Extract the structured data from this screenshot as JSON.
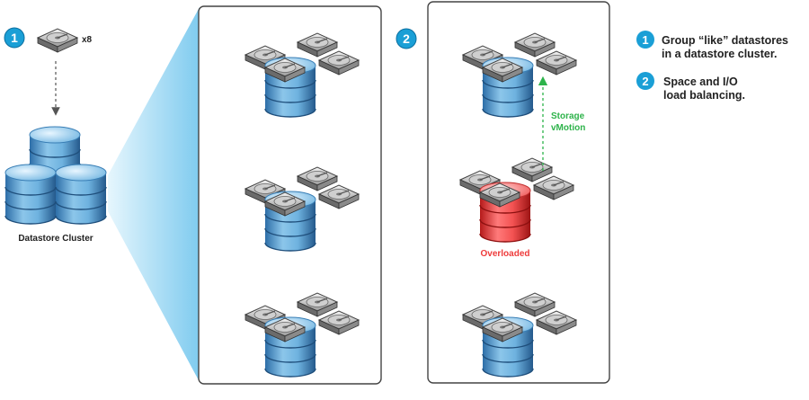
{
  "steps": {
    "one": "1",
    "two": "2"
  },
  "disk_multiplier": "x8",
  "cluster_label": "Datastore Cluster",
  "migration_label": {
    "line1": "Storage",
    "line2": "vMotion"
  },
  "overloaded_label": "Overloaded",
  "legend": [
    {
      "number": "1",
      "line1": "Group “like” datastores",
      "line2": "in a datastore cluster."
    },
    {
      "number": "2",
      "line1": "Space and I/O",
      "line2": "load balancing."
    }
  ],
  "colors": {
    "badge": "#1a9fd6",
    "datastore": "#5aa9d8",
    "overloaded": "#ee3b3b",
    "migration": "#2db34a",
    "funnel": "#a9dcf3",
    "panel_border": "#444444"
  },
  "icons": {
    "datastore": "datastore-cylinder-icon",
    "disk": "hard-disk-icon",
    "arrow": "dashed-arrow-icon"
  }
}
